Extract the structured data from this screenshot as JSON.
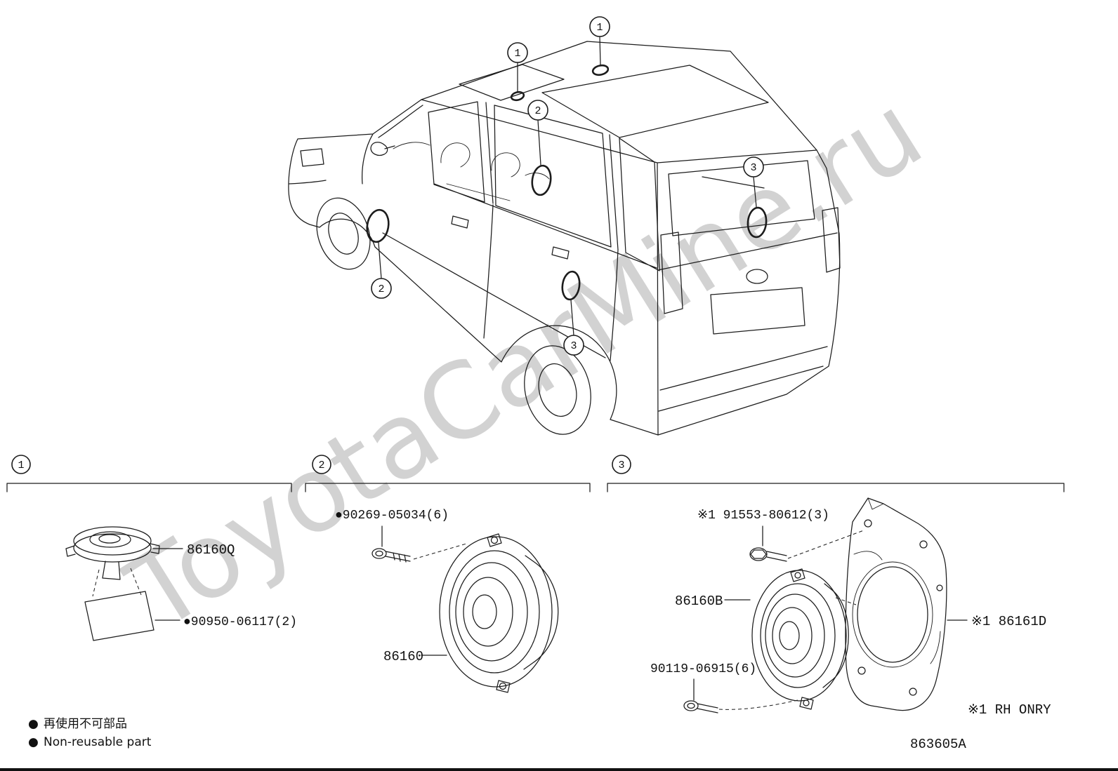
{
  "watermark": "ToyotaCarMine.ru",
  "diagram_code": "863605A",
  "vehicle": {
    "callouts": [
      {
        "number": "1"
      },
      {
        "number": "1"
      },
      {
        "number": "2"
      },
      {
        "number": "2"
      },
      {
        "number": "3"
      },
      {
        "number": "3"
      }
    ]
  },
  "sections": [
    {
      "number": "1",
      "labels": {
        "speaker": "86160Q",
        "pad": "●90950-06117(2)"
      }
    },
    {
      "number": "2",
      "labels": {
        "screw": "●90269-05034(6)",
        "speaker": "86160"
      }
    },
    {
      "number": "3",
      "labels": {
        "screw_upper": "※1 91553-80612(3)",
        "speaker": "86160B",
        "screw_lower": "90119-06915(6)",
        "bracket": "※1 86161D",
        "note": "※1 RH ONRY"
      }
    }
  ],
  "legend": [
    {
      "bullet": "●",
      "text": "再使用不可部品"
    },
    {
      "bullet": "●",
      "text": "Non-reusable part"
    }
  ]
}
